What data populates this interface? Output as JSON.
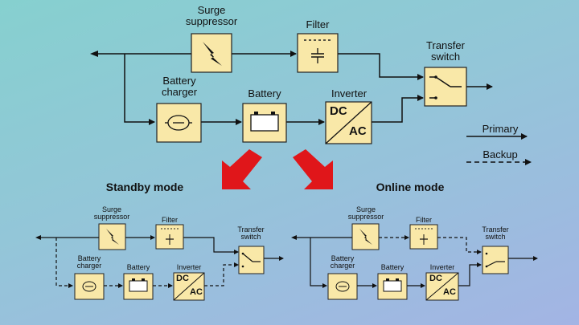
{
  "top": {
    "surge_suppressor": "Surge suppressor",
    "filter": "Filter",
    "transfer_switch": "Transfer switch",
    "battery_charger": "Battery charger",
    "battery": "Battery",
    "inverter": "Inverter",
    "inverter_dc": "DC",
    "inverter_ac": "AC"
  },
  "legend": {
    "primary": "Primary",
    "backup": "Backup"
  },
  "standby": {
    "title": "Standby mode",
    "surge_suppressor": "Surge suppressor",
    "filter": "Filter",
    "transfer_switch": "Transfer switch",
    "battery_charger": "Battery charger",
    "battery": "Battery",
    "inverter": "Inverter",
    "inverter_dc": "DC",
    "inverter_ac": "AC"
  },
  "online": {
    "title": "Online mode",
    "surge_suppressor": "Surge suppressor",
    "filter": "Filter",
    "transfer_switch": "Transfer switch",
    "battery_charger": "Battery charger",
    "battery": "Battery",
    "inverter": "Inverter",
    "inverter_dc": "DC",
    "inverter_ac": "AC"
  },
  "colors": {
    "box_fill": "#f9e8a8",
    "arrow_red": "#e0161a",
    "background_top": "#86d0cf",
    "background_bottom": "#a3b4e4"
  }
}
